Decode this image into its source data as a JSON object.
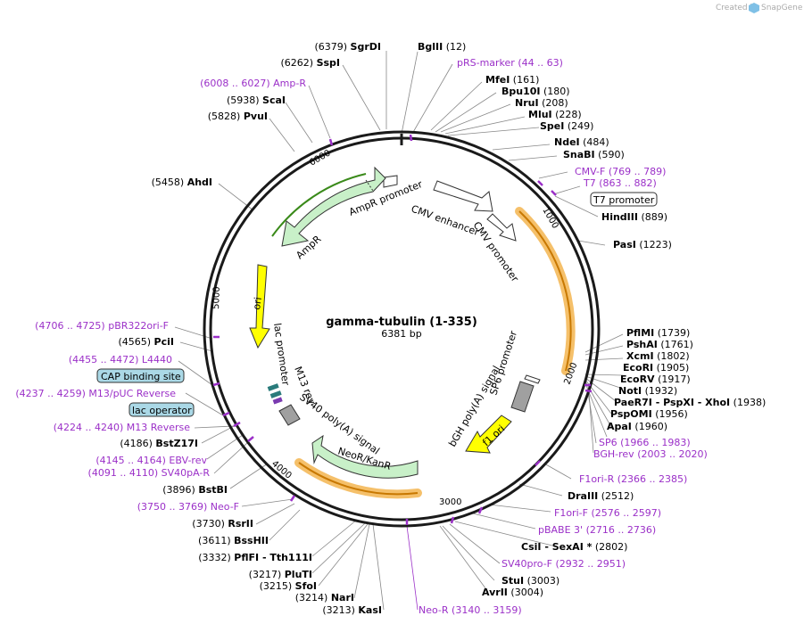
{
  "credit": "Created by",
  "brand": "SnapGene",
  "plasmid": {
    "name": "gamma-tubulin (1-335)",
    "size": "6381 bp"
  },
  "ticks": [
    "1000",
    "2000",
    "3000",
    "4000",
    "5000",
    "6000"
  ],
  "features": {
    "cmv_enhancer": "CMV enhancer",
    "cmv_promoter": "CMV promoter",
    "ampr_promoter": "AmpR promoter",
    "ampr": "AmpR",
    "ori": "ori",
    "lac_promoter": "lac promoter",
    "m13_rev": "M13 rev",
    "sv40_polya": "SV40 poly(A) signal",
    "neor_kanr": "NeoR/KanR",
    "sp6_promoter": "SP6 promoter",
    "bgh_polya": "bGH poly(A) signal",
    "f1_ori": "f1 ori"
  },
  "boxed_labels": {
    "t7_promoter": "T7 promoter",
    "cap_site": "CAP binding site",
    "lac_operator": "lac operator"
  },
  "labels": [
    {
      "id": "sgrdi",
      "name": "SgrDI",
      "pos": "(6379)",
      "kind": "enzyme"
    },
    {
      "id": "bglii",
      "name": "BglII",
      "pos": "(12)",
      "kind": "enzyme"
    },
    {
      "id": "sspi",
      "name": "SspI",
      "pos": "(6262)",
      "kind": "enzyme"
    },
    {
      "id": "prs",
      "name": "pRS-marker",
      "pos": "(44 .. 63)",
      "kind": "primer"
    },
    {
      "id": "ampr_p",
      "name": "Amp-R",
      "pos": "(6008 .. 6027)",
      "kind": "primer"
    },
    {
      "id": "mfei",
      "name": "MfeI",
      "pos": "(161)",
      "kind": "enzyme"
    },
    {
      "id": "bpu10i",
      "name": "Bpu10I",
      "pos": "(180)",
      "kind": "enzyme"
    },
    {
      "id": "scai",
      "name": "ScaI",
      "pos": "(5938)",
      "kind": "enzyme"
    },
    {
      "id": "nrui",
      "name": "NruI",
      "pos": "(208)",
      "kind": "enzyme"
    },
    {
      "id": "mlui",
      "name": "MluI",
      "pos": "(228)",
      "kind": "enzyme"
    },
    {
      "id": "pvui",
      "name": "PvuI",
      "pos": "(5828)",
      "kind": "enzyme"
    },
    {
      "id": "spei",
      "name": "SpeI",
      "pos": "(249)",
      "kind": "enzyme"
    },
    {
      "id": "ndei",
      "name": "NdeI",
      "pos": "(484)",
      "kind": "enzyme"
    },
    {
      "id": "snabi",
      "name": "SnaBI",
      "pos": "(590)",
      "kind": "enzyme"
    },
    {
      "id": "cmvf",
      "name": "CMV-F",
      "pos": "(769 .. 789)",
      "kind": "primer"
    },
    {
      "id": "ahdi",
      "name": "AhdI",
      "pos": "(5458)",
      "kind": "enzyme"
    },
    {
      "id": "t7",
      "name": "T7",
      "pos": "(863 .. 882)",
      "kind": "primer"
    },
    {
      "id": "hindiii",
      "name": "HindIII",
      "pos": "(889)",
      "kind": "enzyme"
    },
    {
      "id": "pasi",
      "name": "PasI",
      "pos": "(1223)",
      "kind": "enzyme"
    },
    {
      "id": "pbr322",
      "name": "pBR322ori-F",
      "pos": "(4706 .. 4725)",
      "kind": "primer"
    },
    {
      "id": "pflmi",
      "name": "PflMI",
      "pos": "(1739)",
      "kind": "enzyme"
    },
    {
      "id": "pshai",
      "name": "PshAI",
      "pos": "(1761)",
      "kind": "enzyme"
    },
    {
      "id": "pcii",
      "name": "PciI",
      "pos": "(4565)",
      "kind": "enzyme"
    },
    {
      "id": "xcmi",
      "name": "XcmI",
      "pos": "(1802)",
      "kind": "enzyme"
    },
    {
      "id": "l4440",
      "name": "L4440",
      "pos": "(4455 .. 4472)",
      "kind": "primer"
    },
    {
      "id": "ecori",
      "name": "EcoRI",
      "pos": "(1905)",
      "kind": "enzyme"
    },
    {
      "id": "ecorv",
      "name": "EcoRV",
      "pos": "(1917)",
      "kind": "enzyme"
    },
    {
      "id": "m13puc",
      "name": "M13/pUC Reverse",
      "pos": "(4237 .. 4259)",
      "kind": "primer"
    },
    {
      "id": "noti",
      "name": "NotI",
      "pos": "(1932)",
      "kind": "enzyme"
    },
    {
      "id": "paer7i",
      "name": "PaeR7I - PspXI - XhoI",
      "pos": "(1938)",
      "kind": "enzyme"
    },
    {
      "id": "pspomi",
      "name": "PspOMI",
      "pos": "(1956)",
      "kind": "enzyme"
    },
    {
      "id": "m13rev",
      "name": "M13 Reverse",
      "pos": "(4224 .. 4240)",
      "kind": "primer"
    },
    {
      "id": "apai",
      "name": "ApaI",
      "pos": "(1960)",
      "kind": "enzyme"
    },
    {
      "id": "bstz17i",
      "name": "BstZ17I",
      "pos": "(4186)",
      "kind": "enzyme"
    },
    {
      "id": "sp6",
      "name": "SP6",
      "pos": "(1966 .. 1983)",
      "kind": "primer"
    },
    {
      "id": "ebvrev",
      "name": "EBV-rev",
      "pos": "(4145 .. 4164)",
      "kind": "primer"
    },
    {
      "id": "bghrev",
      "name": "BGH-rev",
      "pos": "(2003 .. 2020)",
      "kind": "primer"
    },
    {
      "id": "sv40par",
      "name": "SV40pA-R",
      "pos": "(4091 .. 4110)",
      "kind": "primer"
    },
    {
      "id": "f1orir",
      "name": "F1ori-R",
      "pos": "(2366 .. 2385)",
      "kind": "primer"
    },
    {
      "id": "bstbi",
      "name": "BstBI",
      "pos": "(3896)",
      "kind": "enzyme"
    },
    {
      "id": "draiii",
      "name": "DraIII",
      "pos": "(2512)",
      "kind": "enzyme"
    },
    {
      "id": "neof",
      "name": "Neo-F",
      "pos": "(3750 .. 3769)",
      "kind": "primer"
    },
    {
      "id": "f1orif",
      "name": "F1ori-F",
      "pos": "(2576 .. 2597)",
      "kind": "primer"
    },
    {
      "id": "rsrii",
      "name": "RsrII",
      "pos": "(3730)",
      "kind": "enzyme"
    },
    {
      "id": "pbabe",
      "name": "pBABE 3'",
      "pos": "(2716 .. 2736)",
      "kind": "primer"
    },
    {
      "id": "bsshii",
      "name": "BssHII",
      "pos": "(3611)",
      "kind": "enzyme"
    },
    {
      "id": "csii",
      "name": "CsiI - SexAI *",
      "pos": "(2802)",
      "kind": "enzyme"
    },
    {
      "id": "pflfi",
      "name": "PflFI - Tth111I",
      "pos": "(3332)",
      "kind": "enzyme"
    },
    {
      "id": "sv40pro",
      "name": "SV40pro-F",
      "pos": "(2932 .. 2951)",
      "kind": "primer"
    },
    {
      "id": "pluti",
      "name": "PluTI",
      "pos": "(3217)",
      "kind": "enzyme"
    },
    {
      "id": "stui",
      "name": "StuI",
      "pos": "(3003)",
      "kind": "enzyme"
    },
    {
      "id": "sfoi",
      "name": "SfoI",
      "pos": "(3215)",
      "kind": "enzyme"
    },
    {
      "id": "avrii",
      "name": "AvrII",
      "pos": "(3004)",
      "kind": "enzyme"
    },
    {
      "id": "nari",
      "name": "NarI",
      "pos": "(3214)",
      "kind": "enzyme"
    },
    {
      "id": "kasi",
      "name": "KasI",
      "pos": "(3213)",
      "kind": "enzyme"
    },
    {
      "id": "neor",
      "name": "Neo-R",
      "pos": "(3140 .. 3159)",
      "kind": "primer"
    }
  ],
  "colors": {
    "primer": "#9b30c8",
    "backbone": "#1a1a1a",
    "feature_fill": "#ffffff",
    "ampr_fill": "#c8f0c8",
    "ori_fill": "#ffff00",
    "highlight_orange": "#f5c06a",
    "gray_feature": "#a0a0a0",
    "box_fill": "#aad8e6"
  }
}
